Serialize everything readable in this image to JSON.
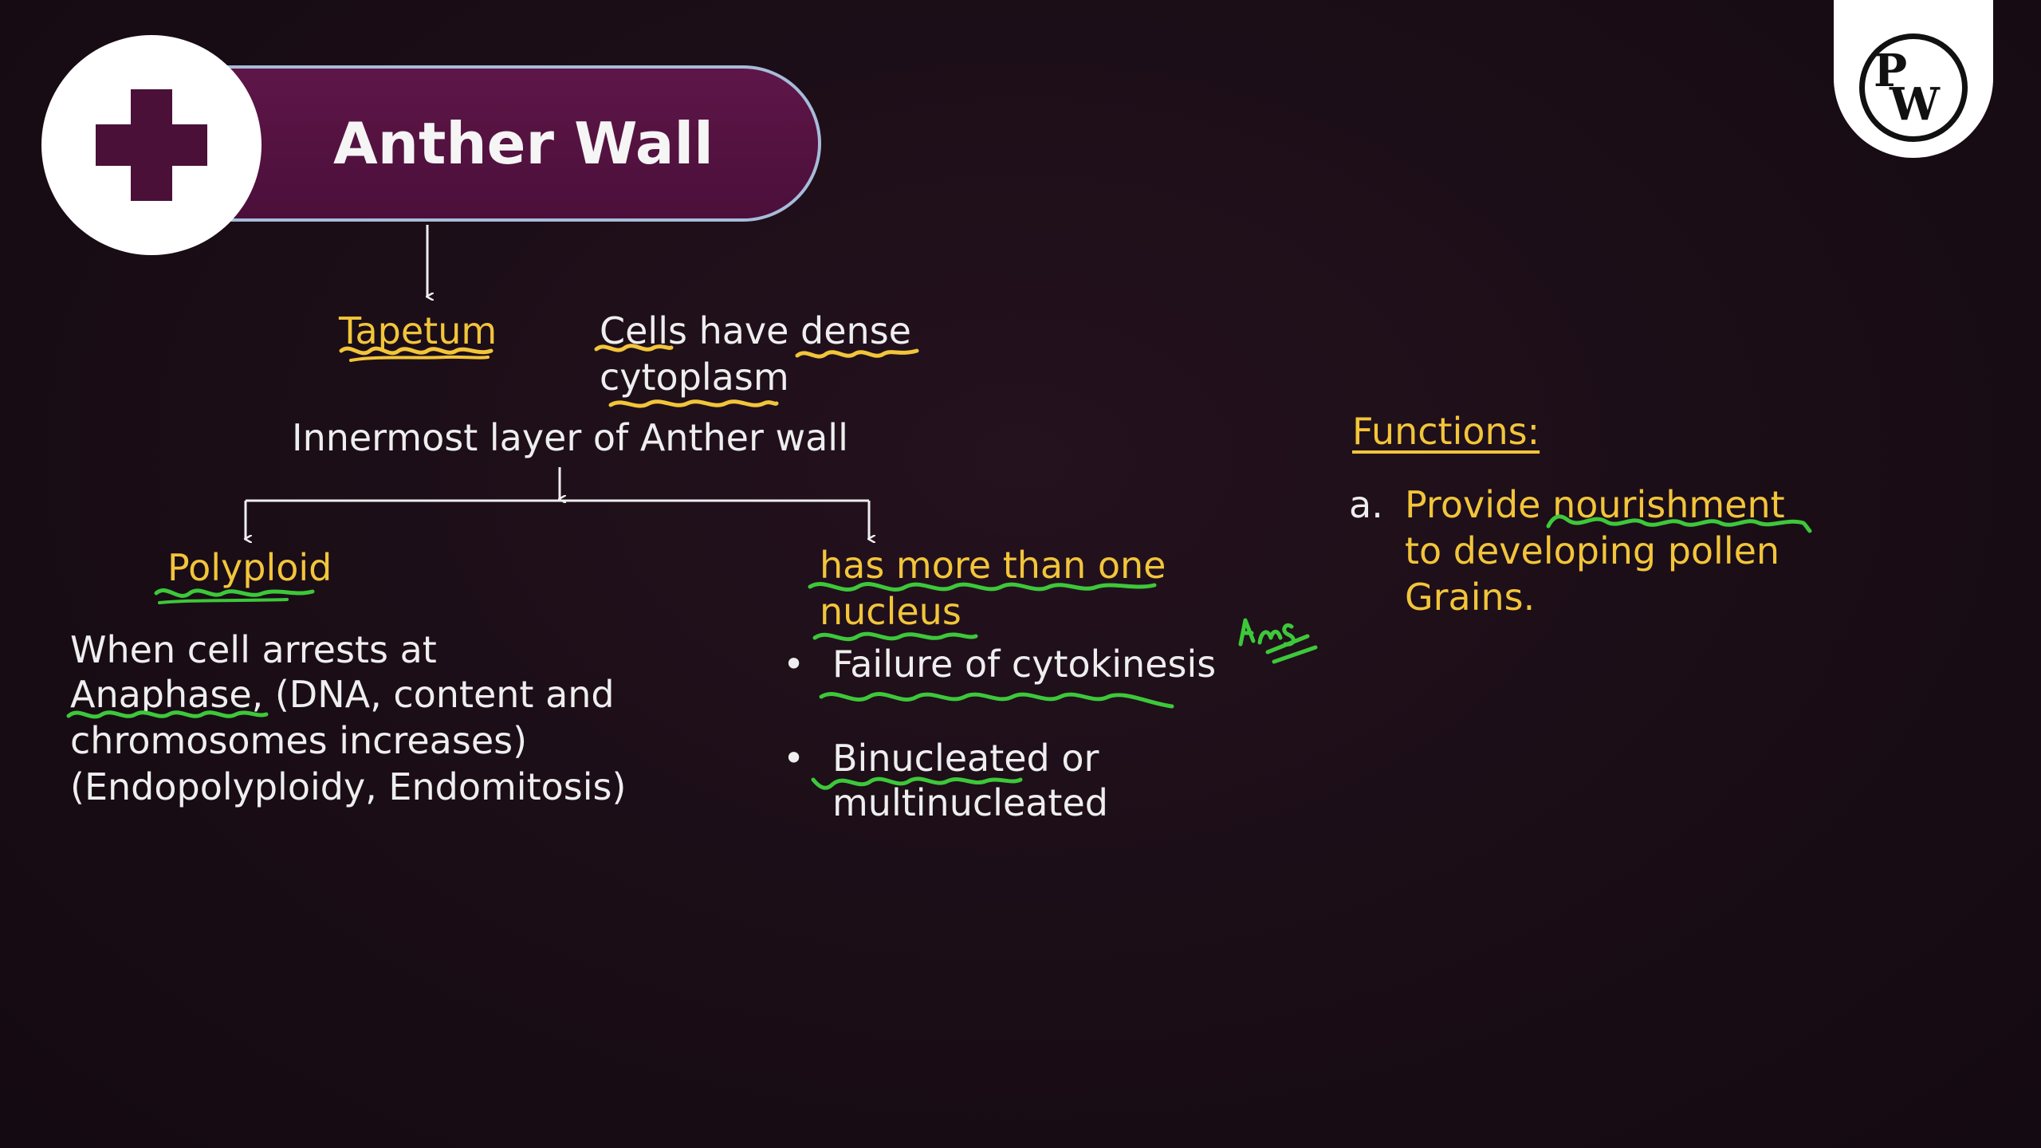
{
  "header": {
    "title": "Anther Wall",
    "badge_icon": "plus-icon"
  },
  "logo": {
    "icon": "pw-logo-icon",
    "letter_top": "P",
    "letter_bottom": "W"
  },
  "tapetum": {
    "label": "Tapetum",
    "description_line1": "Cells have dense",
    "description_line2": "cytoplasm",
    "definition": "Innermost layer of Anther wall"
  },
  "polyploid": {
    "label": "Polyploid",
    "lines": [
      "When cell arrests at",
      "Anaphase, (DNA, content and",
      "chromosomes increases)",
      "(Endopolyploidy, Endomitosis)"
    ]
  },
  "multinucleate": {
    "label_line1": "has more than one",
    "label_line2": "nucleus",
    "bullets": [
      {
        "line1": "Failure of cytokinesis",
        "line2": ""
      },
      {
        "line1": "Binucleated or",
        "line2": "multinucleated"
      }
    ]
  },
  "functions": {
    "heading": "Functions:",
    "items": [
      {
        "marker": "a.",
        "line1": "Provide nourishment",
        "line2": "to developing pollen",
        "line3": "Grains."
      }
    ]
  },
  "annotation": {
    "handwritten": "Ans"
  },
  "colors": {
    "background": "#1a0d16",
    "pill": "#5e1648",
    "pill_border": "#a7bcd9",
    "highlight_text": "#f2c53a",
    "body_text": "#eeeeee",
    "underline_yellow": "#f2c53a",
    "underline_green": "#3dc83a"
  }
}
